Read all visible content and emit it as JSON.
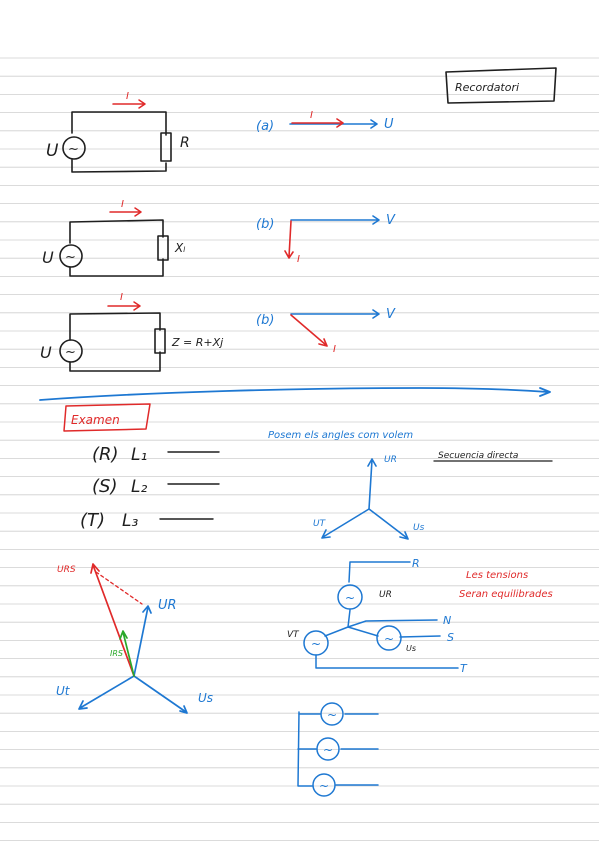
{
  "colors": {
    "ink": "#1f1f1f",
    "blue": "#1e78d2",
    "red": "#e02a2a",
    "green": "#2aa82a",
    "rule": "#cfcfcf",
    "paper": "#ffffff"
  },
  "header": {
    "title": "Recordatori"
  },
  "reminder": {
    "current_label": "I",
    "voltage_label": "U",
    "circuit_a": {
      "element_label": "R",
      "diagram_label": "(a)",
      "current_label": "I",
      "voltage_label": "U"
    },
    "circuit_b": {
      "element_label": "Xₗ",
      "diagram_label": "(b)",
      "current_label": "I",
      "voltage_label": "V"
    },
    "circuit_c": {
      "element_label": "Z = R+Xj",
      "diagram_label": "(b)",
      "current_label": "I",
      "voltage_label": "V"
    }
  },
  "exam": {
    "title": "Examen",
    "lines": [
      {
        "phase": "(R)",
        "name": "L₁"
      },
      {
        "phase": "(S)",
        "name": "L₂"
      },
      {
        "phase": "(T)",
        "name": "L₃"
      }
    ],
    "note_angles": "Posem els angles com volem",
    "note_sequence": "Secuencia directa",
    "star_labels": {
      "r": "UR",
      "s": "Us",
      "t": "UT"
    },
    "phasor_labels": {
      "urs": "URS",
      "irs": "IRS",
      "ur": "UR",
      "us": "Us",
      "ut": "Ut"
    },
    "network_labels": {
      "r": "R",
      "n": "N",
      "s": "S",
      "t": "T",
      "ur": "UR",
      "ut": "VT",
      "us": "Us"
    },
    "note_balanced_1": "Les tensions",
    "note_balanced_2": "Seran equilibrades",
    "source_symbol": "~"
  }
}
